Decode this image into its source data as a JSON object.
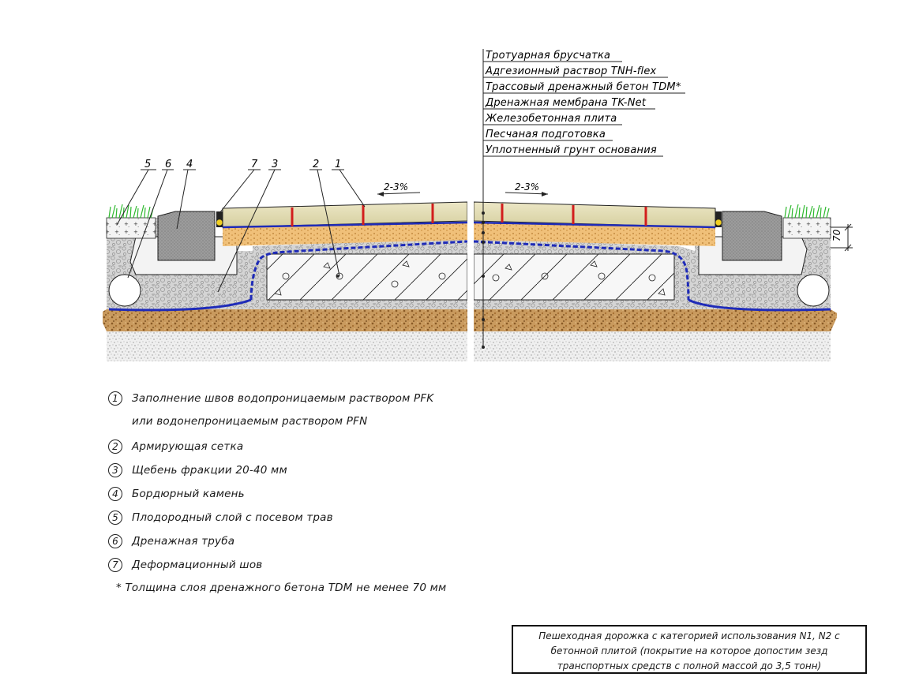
{
  "layers": [
    "Тротуарная брусчатка",
    "Адгезионный раствор TNH-flex",
    "Трассовый дренажный бетон TDM*",
    "Дренажная мембрана TK-Net",
    "Железобетонная плита",
    "Песчаная подготовка",
    "Уплотненный грунт основания"
  ],
  "callouts": [
    "5",
    "6",
    "4",
    "7",
    "3",
    "2",
    "1"
  ],
  "slope": {
    "left": "2-3%",
    "right": "2-3%"
  },
  "dimension": "70",
  "legend": [
    {
      "num": "1",
      "text": "Заполнение швов водопроницаемым раствором PFK",
      "cont": "или водонепроницаемым раствором PFN"
    },
    {
      "num": "2",
      "text": "Армирующая сетка"
    },
    {
      "num": "3",
      "text": "Щебень фракции 20-40 мм"
    },
    {
      "num": "4",
      "text": "Бордюрный камень"
    },
    {
      "num": "5",
      "text": "Плодородный слой с посевом трав"
    },
    {
      "num": "6",
      "text": "Дренажная труба"
    },
    {
      "num": "7",
      "text": "Деформационный шов"
    }
  ],
  "footnote": "*  Толщина слоя дренажного бетона TDM не менее 70 мм",
  "stamp": [
    "Пешеходная дорожка с категорией использования N1, N2 с",
    "бетонной плитой (покрытие на которое допостим зезд",
    "транспортных средств с полной массой до 3,5 тонн)"
  ],
  "colors": {
    "paver": "#e6dfb4",
    "joint": "#d21d1d",
    "membrane": "#1f2bb8",
    "gravel": "#c9c9c9",
    "sand": "#c8965a",
    "ground": "#e6e6e6",
    "grass": "#2db82d"
  }
}
